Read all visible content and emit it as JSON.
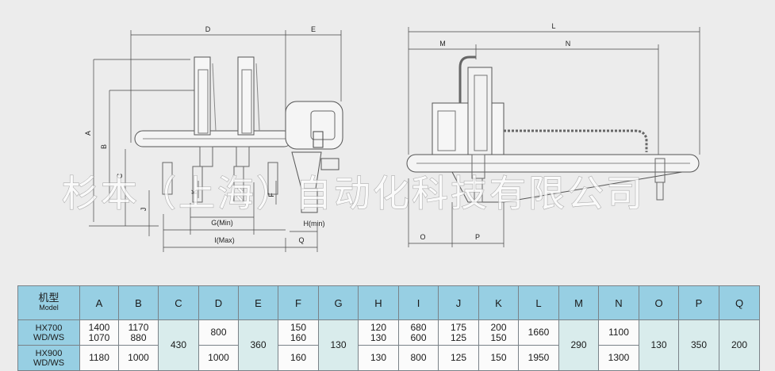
{
  "diagram": {
    "left_labels": {
      "A": "A",
      "B": "B",
      "C": "C",
      "D": "D",
      "E": "E",
      "F": "F",
      "G": "G(Min)",
      "H": "H(min)",
      "I": "I(Max)",
      "J": "J",
      "K": "K",
      "Q": "Q"
    },
    "right_labels": {
      "L": "L",
      "M": "M",
      "N": "N",
      "O": "O",
      "P": "P"
    },
    "watermark": "杉本（上海）自动化科技有限公司",
    "colors": {
      "line": "#555555",
      "dim": "#333333",
      "background": "#ececec"
    }
  },
  "table": {
    "model_label": "机型",
    "model_sub": "Model",
    "columns": [
      "A",
      "B",
      "C",
      "D",
      "E",
      "F",
      "G",
      "H",
      "I",
      "J",
      "K",
      "L",
      "M",
      "N",
      "O",
      "P",
      "Q"
    ],
    "rows": [
      {
        "model": [
          "HX700",
          "WD/WS"
        ],
        "A": [
          "1400",
          "1070"
        ],
        "B": [
          "1170",
          "880"
        ],
        "D": "800",
        "F": [
          "150",
          "160"
        ],
        "H": [
          "120",
          "130"
        ],
        "I": [
          "680",
          "600"
        ],
        "J": [
          "175",
          "125"
        ],
        "K": [
          "200",
          "150"
        ],
        "L": "1660",
        "N": "1100"
      },
      {
        "model": [
          "HX900",
          "WD/WS"
        ],
        "A": "1180",
        "B": "1000",
        "D": "1000",
        "F": "160",
        "H": "130",
        "I": "800",
        "J": "125",
        "K": "150",
        "L": "1950",
        "N": "1300"
      }
    ],
    "shared": {
      "C": "430",
      "E": "360",
      "G": "130",
      "M": "290",
      "O": "130",
      "P": "350",
      "Q": "200"
    },
    "colors": {
      "header": "#97cfe3",
      "shared": "#d9ecec",
      "cell": "#fbfbfb",
      "border": "#7a8288"
    }
  }
}
